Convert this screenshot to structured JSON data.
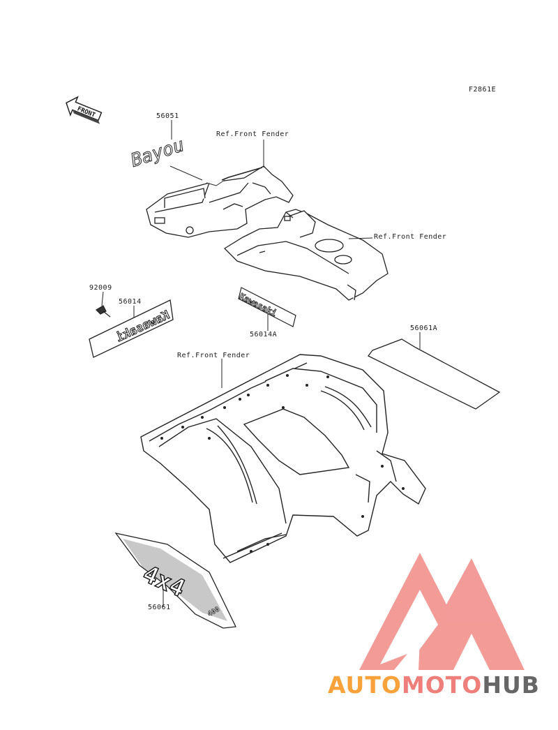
{
  "diagram": {
    "figure_code": "F2861E",
    "direction_label": "FRONT",
    "callouts": [
      {
        "id": "56051",
        "text": "56051"
      },
      {
        "id": "ref-front-fender-top",
        "text": "Ref.Front Fender"
      },
      {
        "id": "ref-front-fender-right",
        "text": "Ref.Front Fender"
      },
      {
        "id": "92009",
        "text": "92009"
      },
      {
        "id": "56014",
        "text": "56014"
      },
      {
        "id": "56014A",
        "text": "56014A"
      },
      {
        "id": "56061A",
        "text": "56061A"
      },
      {
        "id": "ref-front-fender-bottom",
        "text": "Ref.Front Fender"
      },
      {
        "id": "56061",
        "text": "56061"
      }
    ],
    "decal_text": {
      "bayou": "Bayou",
      "kawasaki": "Kawasaki",
      "kawasaki_mirrored": "Kawasaki",
      "fourxfour": "4x4",
      "model": "400"
    }
  },
  "watermark": {
    "part1": "AUTO",
    "part2": "MOTO",
    "part3": "HUB",
    "colors": {
      "orange": "#f7a23b",
      "red": "#ef7f7a",
      "gray": "#666666",
      "triangle": "#f08a86"
    }
  }
}
